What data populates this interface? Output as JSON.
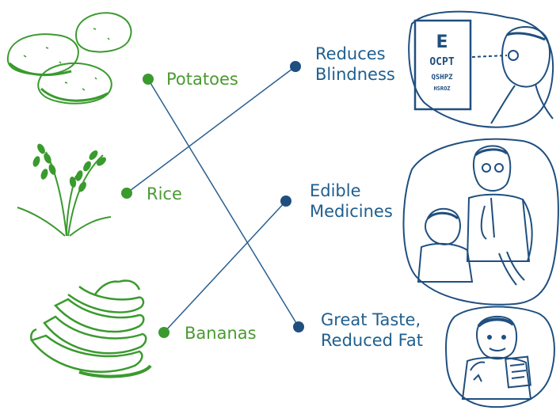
{
  "colors": {
    "crop": "#3a9a2e",
    "benefit": "#1f4f7f",
    "line": "#2a5f8f",
    "label_green": "#4a9a32",
    "label_blue": "#1f5f8f"
  },
  "crops": [
    {
      "id": "potatoes",
      "label": "Potatoes",
      "icon": "potatoes-illustration"
    },
    {
      "id": "rice",
      "label": "Rice",
      "icon": "rice-plant-illustration"
    },
    {
      "id": "bananas",
      "label": "Bananas",
      "icon": "bananas-illustration"
    }
  ],
  "benefits": [
    {
      "id": "blindness",
      "lines": [
        "Reduces",
        "Blindness"
      ],
      "icon": "eye-exam-illustration"
    },
    {
      "id": "medicines",
      "lines": [
        "Edible",
        "Medicines"
      ],
      "icon": "doctor-patient-illustration"
    },
    {
      "id": "taste",
      "lines": [
        "Great Taste,",
        "Reduced Fat"
      ],
      "icon": "boy-eating-illustration"
    }
  ],
  "connections": [
    {
      "from": "potatoes",
      "to": "taste"
    },
    {
      "from": "rice",
      "to": "blindness"
    },
    {
      "from": "bananas",
      "to": "medicines"
    }
  ],
  "eye_chart": {
    "row1": "E",
    "row2": "OCPT",
    "row3": "QSHPZ",
    "row4": "HSROZ"
  }
}
